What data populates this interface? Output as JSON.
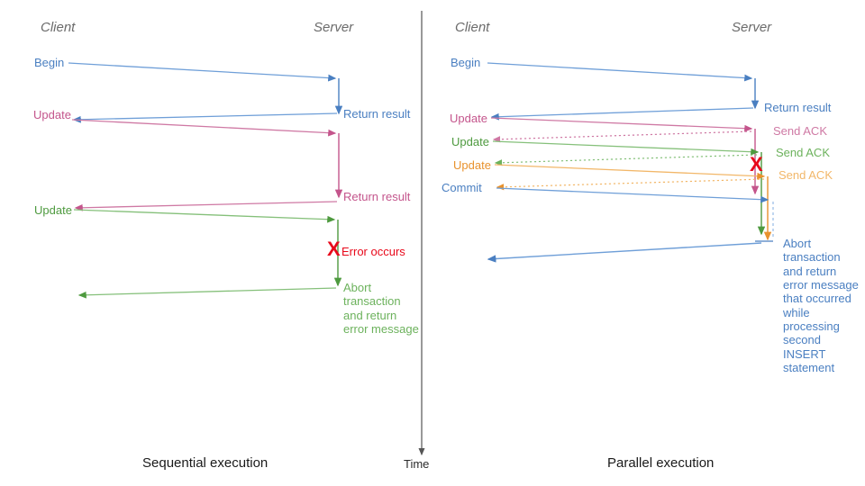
{
  "colors": {
    "blue": "#4a7fc1",
    "blue_light": "#7aa7dd",
    "pink": "#c4558c",
    "pink_light": "#d98fb4",
    "green": "#4e9a3f",
    "green_light": "#85c07a",
    "orange": "#e8922e",
    "orange_light": "#f2b769",
    "red": "#e8091b",
    "actor_gray": "#6b6b6b",
    "axis_gray": "#555555",
    "caption_black": "#1a1a1a"
  },
  "time_axis": {
    "label": "Time"
  },
  "left_diagram": {
    "caption": "Sequential execution",
    "actors": {
      "client": "Client",
      "server": "Server"
    },
    "messages": [
      {
        "id": "begin",
        "label": "Begin",
        "color_key": "blue"
      },
      {
        "id": "return-result-1",
        "label": "Return result",
        "color_key": "blue"
      },
      {
        "id": "update-1",
        "label": "Update",
        "color_key": "pink"
      },
      {
        "id": "return-result-2",
        "label": "Return result",
        "color_key": "pink"
      },
      {
        "id": "update-2",
        "label": "Update",
        "color_key": "green"
      },
      {
        "id": "error",
        "label": "Error occurs",
        "color_key": "red"
      },
      {
        "id": "abort",
        "label": "Abort\ntransaction\nand return\nerror message",
        "color_key": "green"
      }
    ],
    "error_marker": "X"
  },
  "right_diagram": {
    "caption": "Parallel execution",
    "actors": {
      "client": "Client",
      "server": "Server"
    },
    "messages": [
      {
        "id": "begin",
        "label": "Begin",
        "color_key": "blue"
      },
      {
        "id": "return-result",
        "label": "Return result",
        "color_key": "blue"
      },
      {
        "id": "update-1",
        "label": "Update",
        "color_key": "pink"
      },
      {
        "id": "send-ack-1",
        "label": "Send ACK",
        "color_key": "pink"
      },
      {
        "id": "update-2",
        "label": "Update",
        "color_key": "green"
      },
      {
        "id": "send-ack-2",
        "label": "Send ACK",
        "color_key": "green"
      },
      {
        "id": "update-3",
        "label": "Update",
        "color_key": "orange"
      },
      {
        "id": "send-ack-3",
        "label": "Send ACK",
        "color_key": "orange"
      },
      {
        "id": "commit",
        "label": "Commit",
        "color_key": "blue"
      },
      {
        "id": "abort",
        "label": "Abort\ntransaction\nand return\nerror message\nthat occurred\nwhile\nprocessing\nsecond\nINSERT\nstatement",
        "color_key": "blue"
      }
    ],
    "error_marker": "X"
  }
}
